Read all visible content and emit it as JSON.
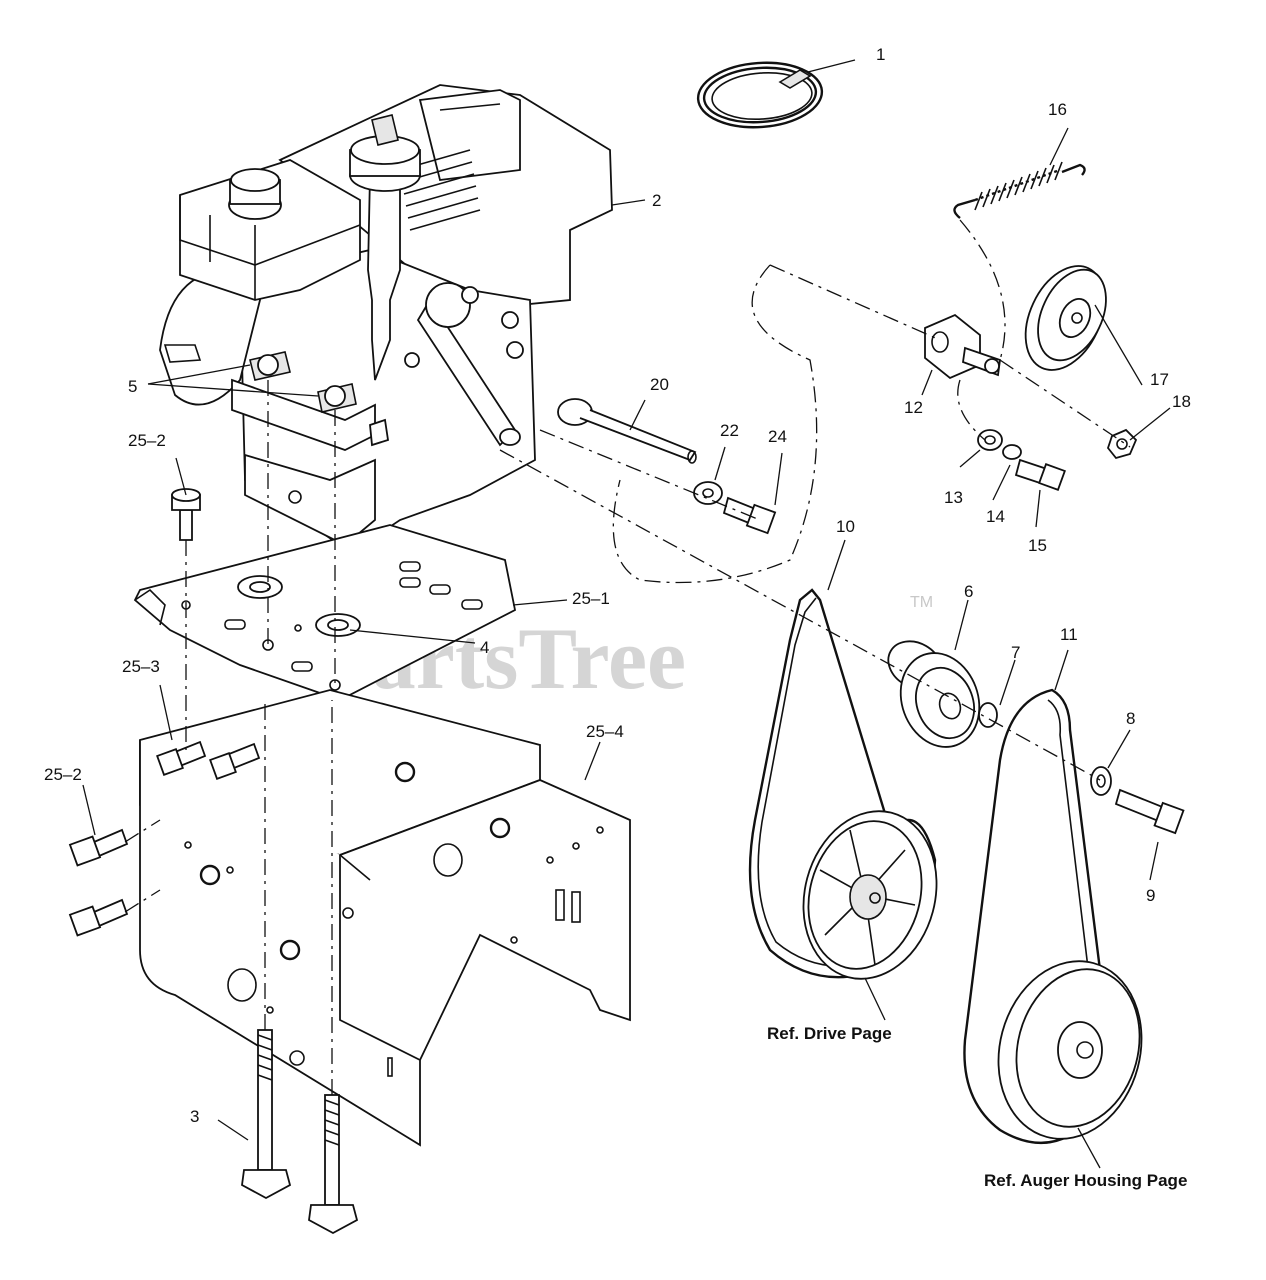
{
  "labels": {
    "p1": "1",
    "p2": "2",
    "p3": "3",
    "p4": "4",
    "p5": "5",
    "p6": "6",
    "p7": "7",
    "p8": "8",
    "p9": "9",
    "p10": "10",
    "p11": "11",
    "p12": "12",
    "p13": "13",
    "p14": "14",
    "p15": "15",
    "p16": "16",
    "p17": "17",
    "p18": "18",
    "p20": "20",
    "p22": "22",
    "p24": "24",
    "p25_1": "25–1",
    "p25_2a": "25–2",
    "p25_2b": "25–2",
    "p25_3": "25–3",
    "p25_4": "25–4"
  },
  "references": {
    "drive": "Ref. Drive Page",
    "auger": "Ref. Auger Housing Page"
  },
  "watermark": {
    "text": "PartsTree",
    "tm": "TM"
  }
}
